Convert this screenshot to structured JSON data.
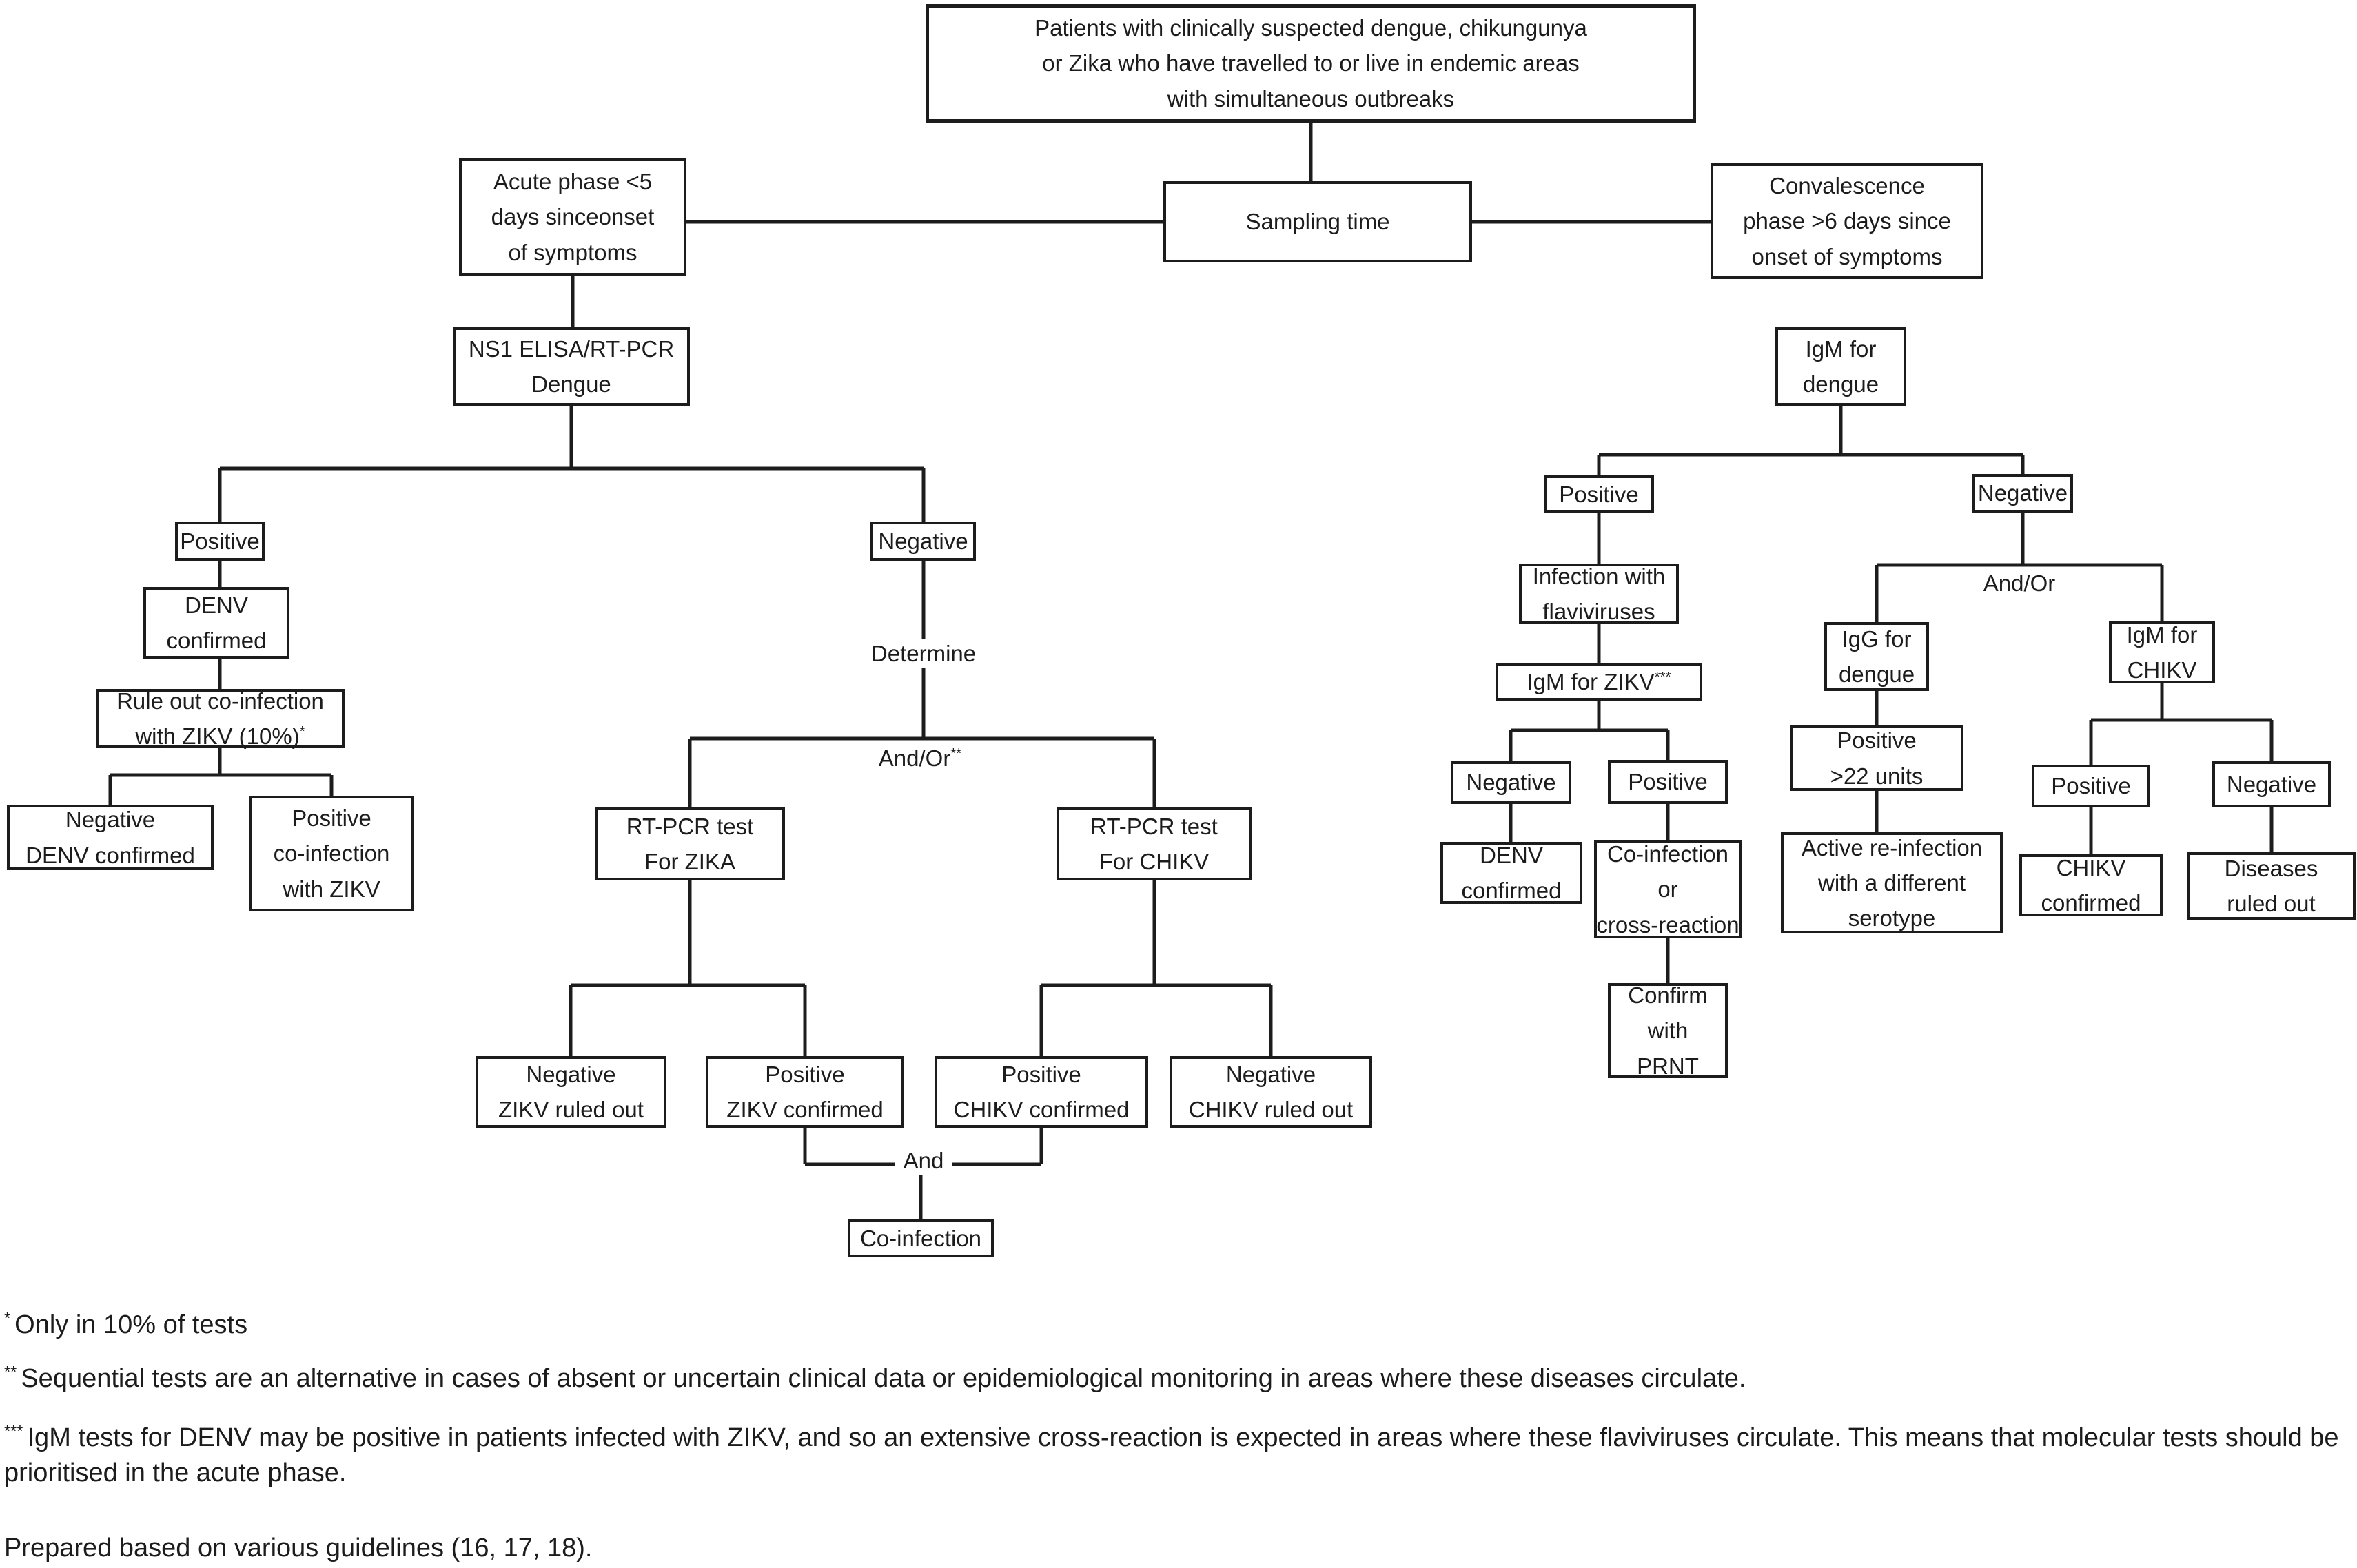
{
  "flowchart": {
    "nodes": {
      "patients": {
        "lines": [
          "Patients with clinically suspected dengue, chikungunya",
          "or Zika who have travelled to or live in endemic areas",
          "with simultaneous outbreaks"
        ]
      },
      "acute": {
        "lines": [
          "Acute phase <5",
          "days sinceonset",
          "of symptoms"
        ]
      },
      "sampling": {
        "lines": [
          "Sampling time"
        ]
      },
      "convalescence": {
        "lines": [
          "Convalescence",
          "phase >6 days since",
          "onset of symptoms"
        ]
      },
      "ns1": {
        "lines": [
          "NS1 ELISA/RT-PCR",
          "Dengue"
        ]
      },
      "igm_dengue": {
        "lines": [
          "IgM for",
          "dengue"
        ]
      },
      "pos_left": {
        "lines": [
          "Positive"
        ]
      },
      "denv_left": {
        "lines": [
          "DENV",
          "confirmed"
        ]
      },
      "rule_out": {
        "line1": "Rule out co-infection",
        "line2": "with ZIKV (10%)",
        "sup": "*"
      },
      "neg_denv": {
        "lines": [
          "Negative",
          "DENV confirmed"
        ]
      },
      "pos_coinf": {
        "lines": [
          "Positive",
          "co-infection",
          "with ZIKV"
        ]
      },
      "neg_center": {
        "lines": [
          "Negative"
        ]
      },
      "rtpcr_zika": {
        "lines": [
          "RT-PCR test",
          "For ZIKA"
        ]
      },
      "rtpcr_chikv": {
        "lines": [
          "RT-PCR test",
          "For CHIKV"
        ]
      },
      "neg_zikv": {
        "lines": [
          "Negative",
          "ZIKV ruled out"
        ]
      },
      "pos_zikv": {
        "lines": [
          "Positive",
          "ZIKV confirmed"
        ]
      },
      "pos_chikv": {
        "lines": [
          "Positive",
          "CHIKV confirmed"
        ]
      },
      "neg_chikv": {
        "lines": [
          "Negative",
          "CHIKV ruled out"
        ]
      },
      "coinfection": {
        "lines": [
          "Co-infection"
        ]
      },
      "pos_right": {
        "lines": [
          "Positive"
        ]
      },
      "infection_flavi": {
        "lines": [
          "Infection with",
          "flaviviruses"
        ]
      },
      "igm_zikv": {
        "line1": "IgM for ZIKV",
        "sup": "***"
      },
      "neg_r1": {
        "lines": [
          "Negative"
        ]
      },
      "pos_r1": {
        "lines": [
          "Positive"
        ]
      },
      "denv_right": {
        "lines": [
          "DENV",
          "confirmed"
        ]
      },
      "coinf_cross": {
        "lines": [
          "Co-infection",
          "or",
          "cross-reaction"
        ]
      },
      "confirm_prnt": {
        "lines": [
          "Confirm",
          "with",
          "PRNT"
        ]
      },
      "neg_right": {
        "lines": [
          "Negative"
        ]
      },
      "igg_dengue": {
        "lines": [
          "IgG for",
          "dengue"
        ]
      },
      "igm_chikv": {
        "lines": [
          "IgM for",
          "CHIKV"
        ]
      },
      "pos_22": {
        "lines": [
          "Positive",
          ">22 units"
        ]
      },
      "active_reinf": {
        "lines": [
          "Active re-infection",
          "with a different",
          "serotype"
        ]
      },
      "pos_r2": {
        "lines": [
          "Positive"
        ]
      },
      "neg_r2": {
        "lines": [
          "Negative"
        ]
      },
      "chikv_conf": {
        "lines": [
          "CHIKV",
          "confirmed"
        ]
      },
      "diseases_ruled": {
        "lines": [
          "Diseases",
          "ruled out"
        ]
      }
    },
    "edge_labels": {
      "determine": "Determine",
      "and_or_left": {
        "text": "And/Or",
        "sup": "**"
      },
      "and": "And",
      "and_or_right": "And/Or"
    }
  },
  "footnotes": [
    {
      "sup": "*",
      "text": "Only in 10% of tests"
    },
    {
      "sup": "**",
      "text": "Sequential tests are an alternative in cases of absent or uncertain clinical data or epidemiological monitoring in areas where these diseases circulate."
    },
    {
      "sup": "***",
      "text": "IgM tests for DENV may be positive in patients infected with ZIKV, and so an extensive cross-reaction is expected in areas where these flaviviruses circulate. This means that molecular tests should be prioritised in the acute phase."
    },
    {
      "text": "Prepared based on various guidelines (16, 17, 18)."
    }
  ],
  "colors": {
    "line": "#1c1c1c",
    "background": "#ffffff",
    "text": "#1c1c1c"
  }
}
